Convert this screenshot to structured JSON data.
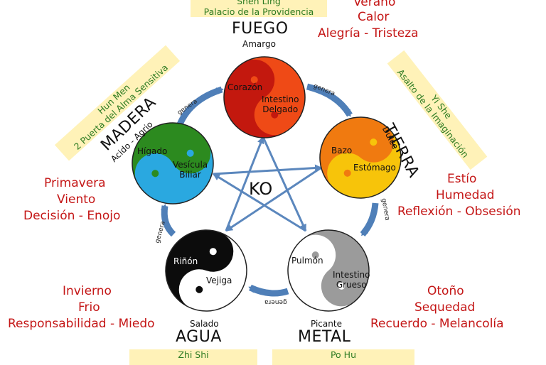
{
  "elements": {
    "fuego": {
      "name": "FUEGO",
      "taste": "Amargo",
      "organ_yin": "Corazón",
      "organ_yang": "Intestino\nDelgado",
      "spirit_top": "Shen Ling",
      "spirit_bottom": "Palacio de la Providencia",
      "season": "Verano",
      "climate": "Calor",
      "emotions": "Alegría - Tristeza",
      "colors": [
        "#c3180e",
        "#ef4a16"
      ]
    },
    "tierra": {
      "name": "TIERRA",
      "taste": "Dulce",
      "organ_yin": "Bazo",
      "organ_yang": "Estómago",
      "spirit_top": "Yi She",
      "spirit_bottom": "Asalto de la Imaginación",
      "season": "Estío",
      "climate": "Humedad",
      "emotions": "Reflexión - Obsesión",
      "colors": [
        "#f07a10",
        "#f7c40a"
      ]
    },
    "metal": {
      "name": "METAL",
      "taste": "Picante",
      "organ_yin": "Pulmón",
      "organ_yang": "Intestino\nGrueso",
      "spirit_top": "Po Hu",
      "spirit_bottom": "",
      "season": "Otoño",
      "climate": "Sequedad",
      "emotions": "Recuerdo - Melancolía",
      "colors": [
        "#ffffff",
        "#9b9b9b"
      ]
    },
    "agua": {
      "name": "AGUA",
      "taste": "Salado",
      "organ_yin": "Riñón",
      "organ_yang": "Vejiga",
      "spirit_top": "Zhi Shi",
      "spirit_bottom": "",
      "season": "Invierno",
      "climate": "Frio",
      "emotions": "Responsabilidad - Miedo",
      "colors": [
        "#0c0c0c",
        "#ffffff"
      ]
    },
    "madera": {
      "name": "MADERA",
      "taste": "Acido - Agrio",
      "organ_yin": "Hígado",
      "organ_yang": "Vesícula\nBiliar",
      "spirit_top": "Hun Men",
      "spirit_bottom": "2 Puerta del Alma Sensitiva",
      "season": "Primavera",
      "climate": "Viento",
      "emotions": "Decisión - Enojo",
      "colors": [
        "#2c8a1f",
        "#2aa8e0"
      ]
    }
  },
  "cycle_label": "genera",
  "center_label": "KO",
  "accent_colors": {
    "text_red": "#c41616",
    "banner_text": "#2e7b22",
    "banner_bg": "#fff2b8",
    "arrow_blue": "#4f7fb8"
  }
}
